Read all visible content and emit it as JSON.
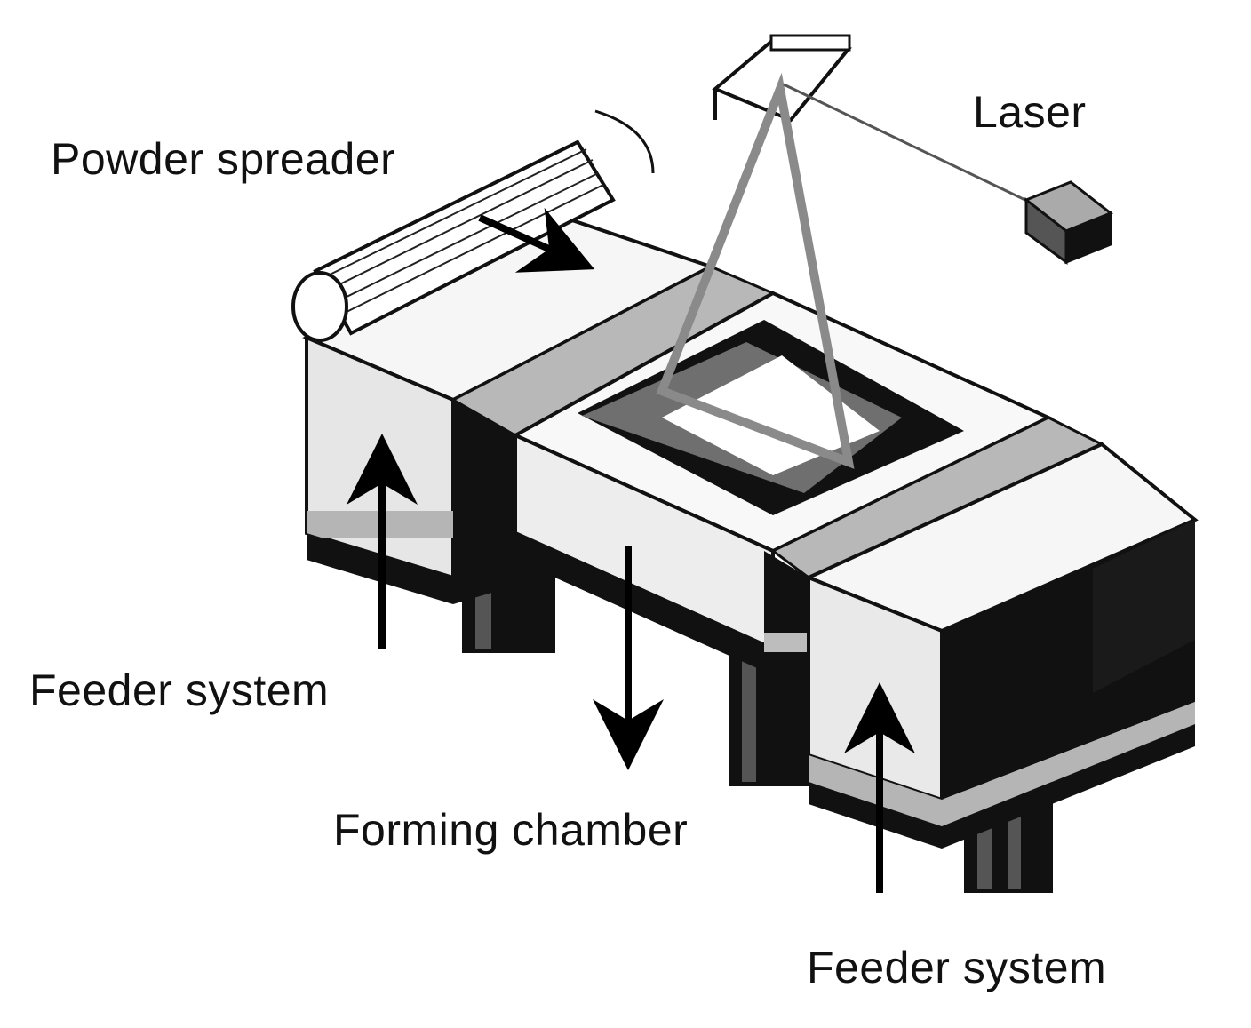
{
  "diagram": {
    "labels": {
      "laser": "Laser",
      "powder_spreader": "Powder spreader",
      "feeder_left": "Feeder system",
      "forming_chamber": "Forming chamber",
      "feeder_right": "Feeder system"
    }
  }
}
